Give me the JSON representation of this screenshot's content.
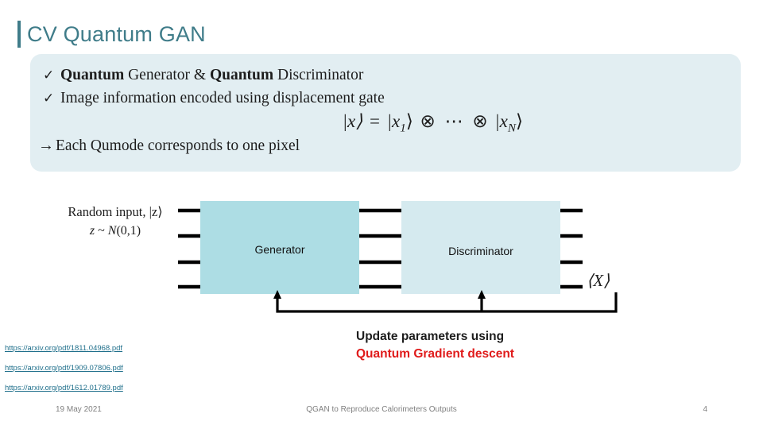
{
  "slide": {
    "title": "CV Quantum GAN",
    "accent_color": "#3f7c89",
    "panel_color": "#e2eef2"
  },
  "panel": {
    "bullets": [
      {
        "mark": "✓",
        "bold_1": "Quantum",
        "mid": " Generator & ",
        "bold_2": "Quantum",
        "tail": " Discriminator"
      },
      {
        "mark": "✓",
        "text": "Image information encoded using displacement gate"
      },
      {
        "mark": "→",
        "text": "Each Qumode corresponds to one pixel"
      }
    ],
    "formula": {
      "lhs": "|x⟩",
      "equals": "=",
      "term_1": "|x",
      "term_1_sub": "1",
      "term_1_end": "⟩",
      "tensor": "⊗",
      "dots": "⋯",
      "term_n": "|x",
      "term_n_sub": "N",
      "term_n_end": "⟩"
    }
  },
  "diagram": {
    "input_label_line_1": "Random input, |z⟩",
    "input_label_line_2_var": "z",
    "input_label_line_2_rest": " ~ ",
    "input_label_line_2_dist": "N",
    "input_label_line_2_params": "(0,1)",
    "generator": {
      "label": "Generator",
      "color": "#addde4"
    },
    "discriminator": {
      "label": "Discriminator",
      "color": "#d5eaef"
    },
    "expectation": "⟨X⟩",
    "wire_count": 4
  },
  "update": {
    "line_1": "Update parameters using",
    "line_2": "Quantum Gradient descent",
    "line_2_color": "#e01b1b"
  },
  "references": [
    "https://arxiv.org/pdf/1811.04968.pdf",
    "https://arxiv.org/pdf/1909.07806.pdf",
    "https://arxiv.org/pdf/1612.01789.pdf"
  ],
  "footer": {
    "date": "19 May 2021",
    "center": "QGAN to Reproduce Calorimeters Outputs",
    "page": "4"
  }
}
